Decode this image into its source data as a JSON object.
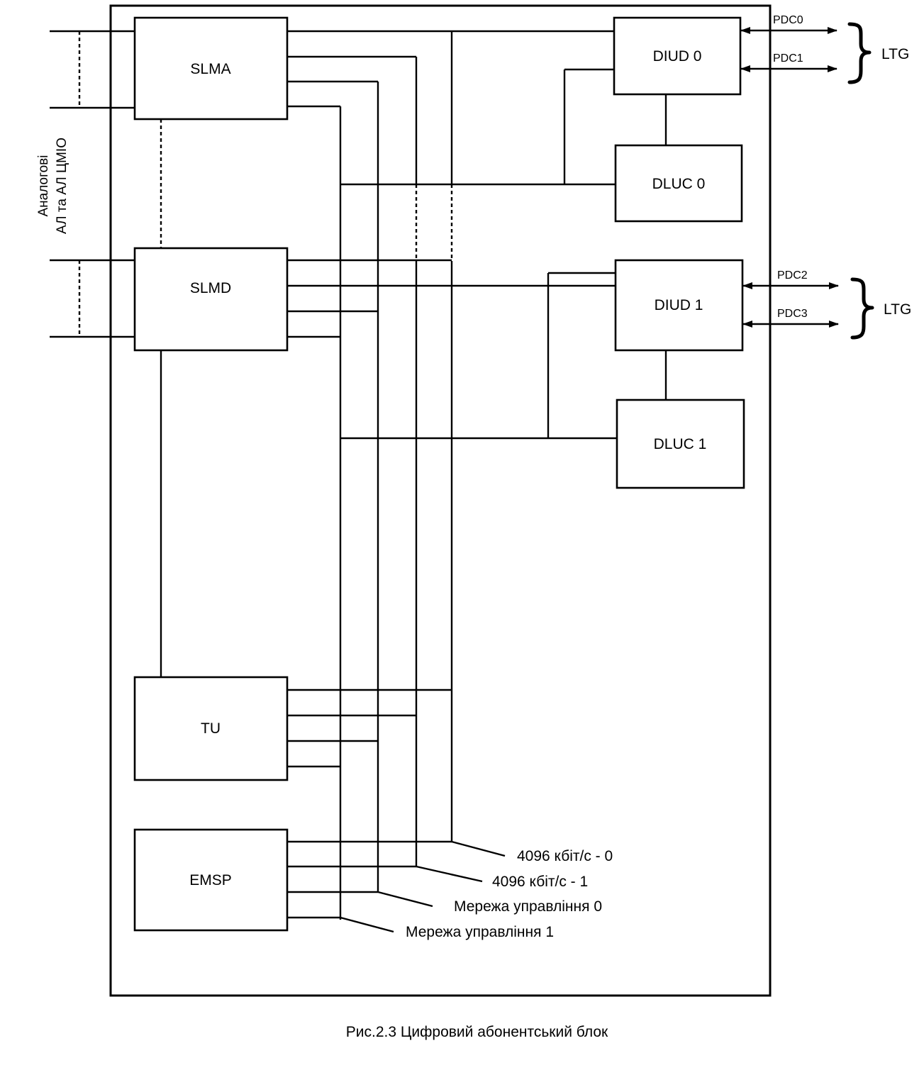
{
  "blocks": {
    "slma": "SLMA",
    "slmd": "SLMD",
    "tu": "TU",
    "emsp": "EMSP",
    "diud0": "DIUD 0",
    "dluc0": "DLUC 0",
    "diud1": "DIUD 1",
    "dluc1": "DLUC 1"
  },
  "ports": {
    "pdc0": "PDC0",
    "pdc1": "PDC1",
    "pdc2": "PDC2",
    "pdc3": "PDC3"
  },
  "ltg": {
    "top": "LTG",
    "bottom": "LTG"
  },
  "side_label": {
    "line1": "Аналогові",
    "line2": "АЛ та АЛ ЦМІО"
  },
  "buses": {
    "bus1": "4096 кбіт/с - 0",
    "bus2": "4096 кбіт/с - 1",
    "bus3": "Мережа управління 0",
    "bus4": "Мережа управління 1"
  },
  "caption": "Рис.2.3 Цифровий абонентський блок"
}
